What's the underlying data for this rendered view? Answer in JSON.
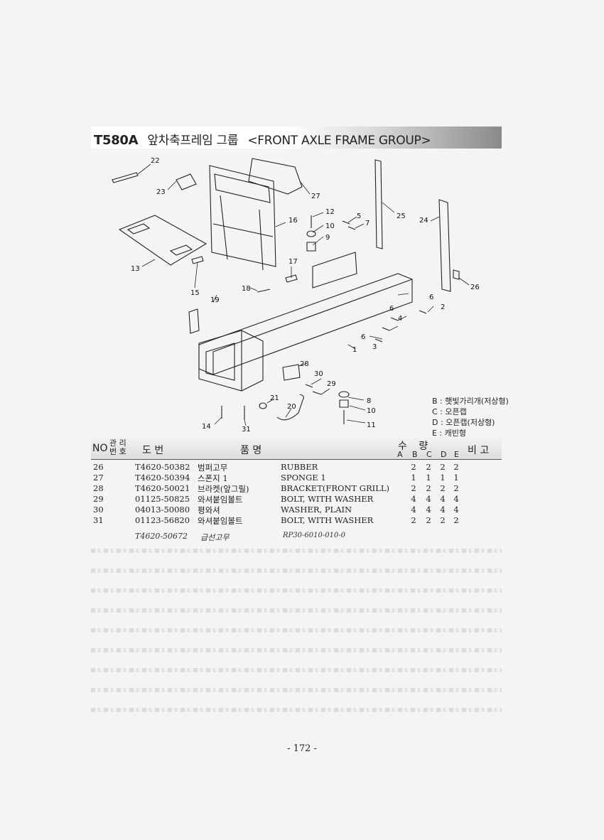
{
  "header": {
    "model": "T580A",
    "title_ko": "앞차축프레임 그룹",
    "title_en": "<FRONT AXLE FRAME GROUP>"
  },
  "legend": [
    "B : 햇빛가리개(저상형)",
    "C : 오픈캡",
    "D : 오픈캡(저상형)",
    "E : 캐빈형"
  ],
  "table": {
    "col_no": "NO",
    "col_ref": "관 리 번 호",
    "col_part": "도 번",
    "col_name": "품 명",
    "col_qty": "수 량",
    "col_note": "비 고",
    "qty_cols": [
      "A",
      "B",
      "C",
      "D",
      "E"
    ],
    "rows": [
      {
        "no": "26",
        "part": "T4620-50382",
        "ko": "범퍼고무",
        "en": "RUBBER",
        "qty": [
          "2",
          "2",
          "2",
          "2"
        ]
      },
      {
        "no": "27",
        "part": "T4620-50394",
        "ko": "스폰지 1",
        "en": "SPONGE 1",
        "qty": [
          "1",
          "1",
          "1",
          "1"
        ]
      },
      {
        "no": "28",
        "part": "T4620-50021",
        "ko": "브라켓(앞그릴)",
        "en": "BRACKET(FRONT GRILL)",
        "qty": [
          "2",
          "2",
          "2",
          "2"
        ]
      },
      {
        "no": "29",
        "part": "01125-50825",
        "ko": "와셔붙임볼트",
        "en": "BOLT, WITH WASHER",
        "qty": [
          "4",
          "4",
          "4",
          "4"
        ]
      },
      {
        "no": "30",
        "part": "04013-50080",
        "ko": "평와셔",
        "en": "WASHER, PLAIN",
        "qty": [
          "4",
          "4",
          "4",
          "4"
        ]
      },
      {
        "no": "31",
        "part": "01123-56820",
        "ko": "와셔붙임볼트",
        "en": "BOLT, WITH WASHER",
        "qty": [
          "2",
          "2",
          "2",
          "2"
        ]
      }
    ]
  },
  "handwritten": {
    "part": "T4620-50672",
    "ko": "급선고무",
    "en": "RP30-6010-010-0"
  },
  "diagram": {
    "callouts": [
      "1",
      "2",
      "3",
      "4",
      "5",
      "6",
      "7",
      "8",
      "9",
      "10",
      "11",
      "12",
      "13",
      "14",
      "15",
      "16",
      "17",
      "18",
      "19",
      "20",
      "21",
      "22",
      "23",
      "24",
      "25",
      "26",
      "27",
      "28",
      "29",
      "30",
      "31"
    ]
  },
  "footer": {
    "page": "- 172 -"
  }
}
